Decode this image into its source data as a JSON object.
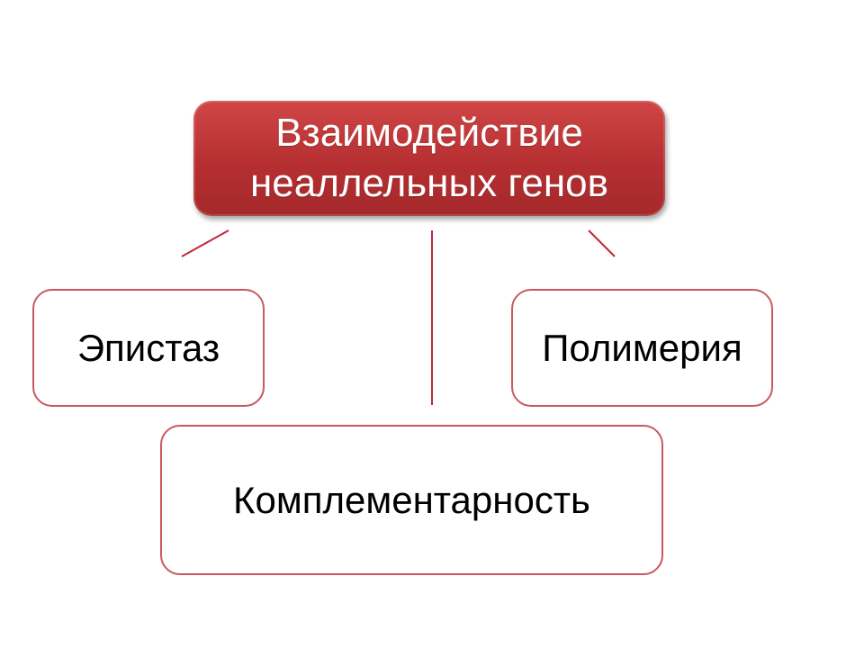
{
  "root": {
    "line1": "Взаимодействие",
    "line2": "неаллельных генов"
  },
  "children": {
    "epistasis": "Эпистаз",
    "polymery": "Полимерия",
    "complementarity": "Комплементарность"
  },
  "colors": {
    "root_fill": "#b62f31",
    "connector": "#c0283a",
    "child_border": "#c85a5e"
  }
}
